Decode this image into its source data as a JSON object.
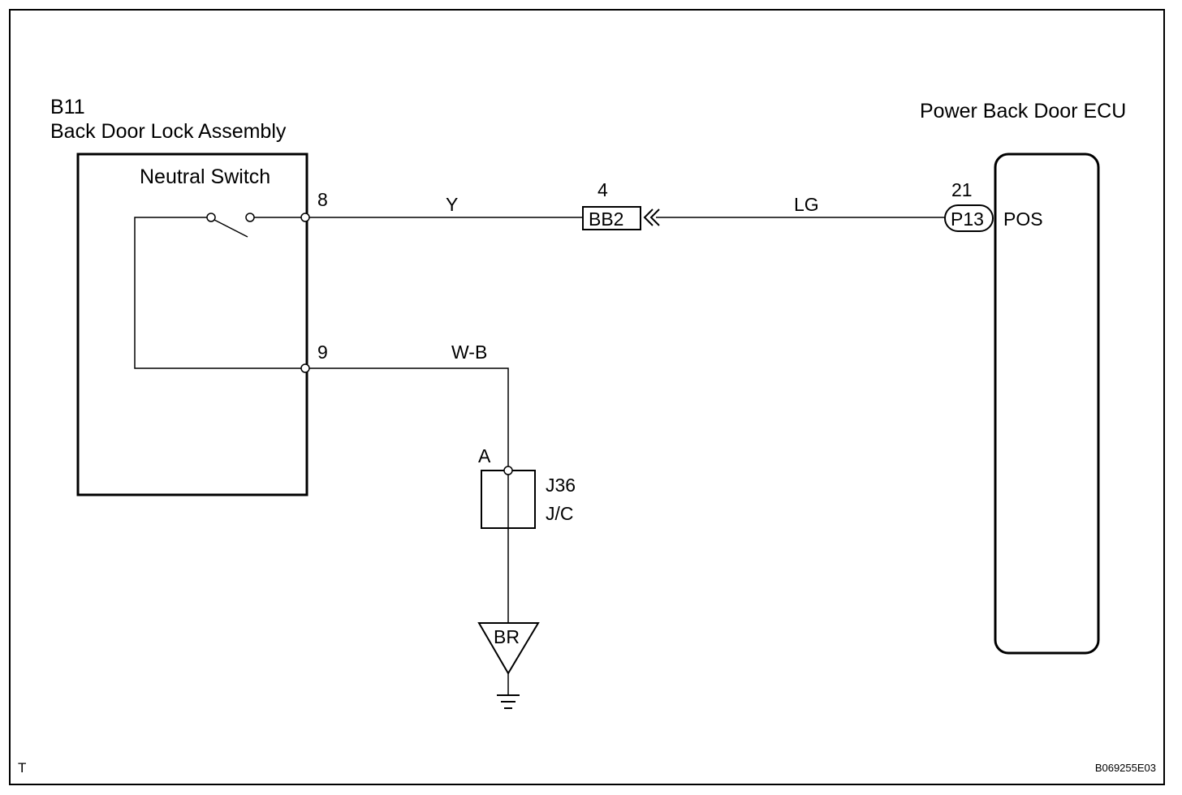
{
  "assembly": {
    "code": "B11",
    "name": "Back Door Lock Assembly",
    "switch_label": "Neutral Switch",
    "pin_top": "8",
    "pin_bottom": "9"
  },
  "wires": {
    "top_left_color": "Y",
    "top_right_color": "LG",
    "bottom_color": "W-B"
  },
  "connector": {
    "pin": "4",
    "name": "BB2"
  },
  "ecu": {
    "title": "Power Back Door ECU",
    "pin": "21",
    "connector": "P13",
    "terminal": "POS"
  },
  "junction": {
    "terminal": "A",
    "code": "J36",
    "type": "J/C"
  },
  "ground": {
    "label": "BR"
  },
  "footer": {
    "left_mark": "T",
    "figure_id": "B069255E03"
  }
}
